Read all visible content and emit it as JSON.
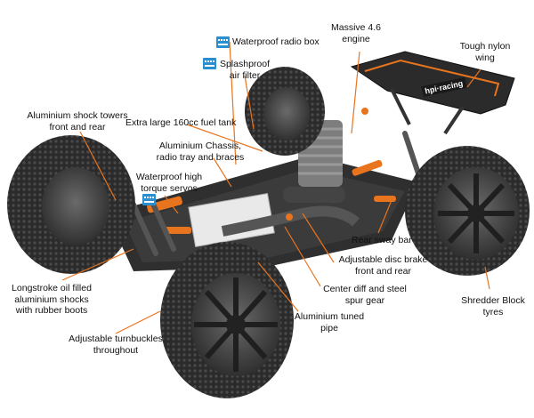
{
  "labels": {
    "radio_box": "Waterproof radio box",
    "air_filter": "Splashproof\nair filter",
    "engine": "Massive 4.6\nengine",
    "wing": "Tough nylon\nwing",
    "shock_towers": "Aluminium shock towers\nfront and rear",
    "fuel_tank": "Extra large 160cc fuel tank",
    "chassis": "Aluminium Chassis,\nradio tray and braces",
    "servos": "Waterproof high\ntorque servos",
    "sway_bar": "Rear sway bar",
    "disc_brake": "Adjustable disc brake\nfront and rear",
    "oil_shocks": "Longstroke oil filled\naluminium shocks\nwith rubber boots",
    "center_diff": "Center diff and steel\nspur gear",
    "tyres": "Shredder Block\ntyres",
    "pipe": "Aluminium tuned\npipe",
    "turnbuckles": "Adjustable turnbuckles\nthroughout"
  },
  "wing_brand": "hpi·racing",
  "colors": {
    "accent": "#e8741e",
    "badge": "#2a8fd0",
    "tyre": "#2b2b2b",
    "rim": "#3a3a3a",
    "text": "#111111"
  },
  "icons": [
    "waterproof-icon",
    "splashproof-icon"
  ]
}
